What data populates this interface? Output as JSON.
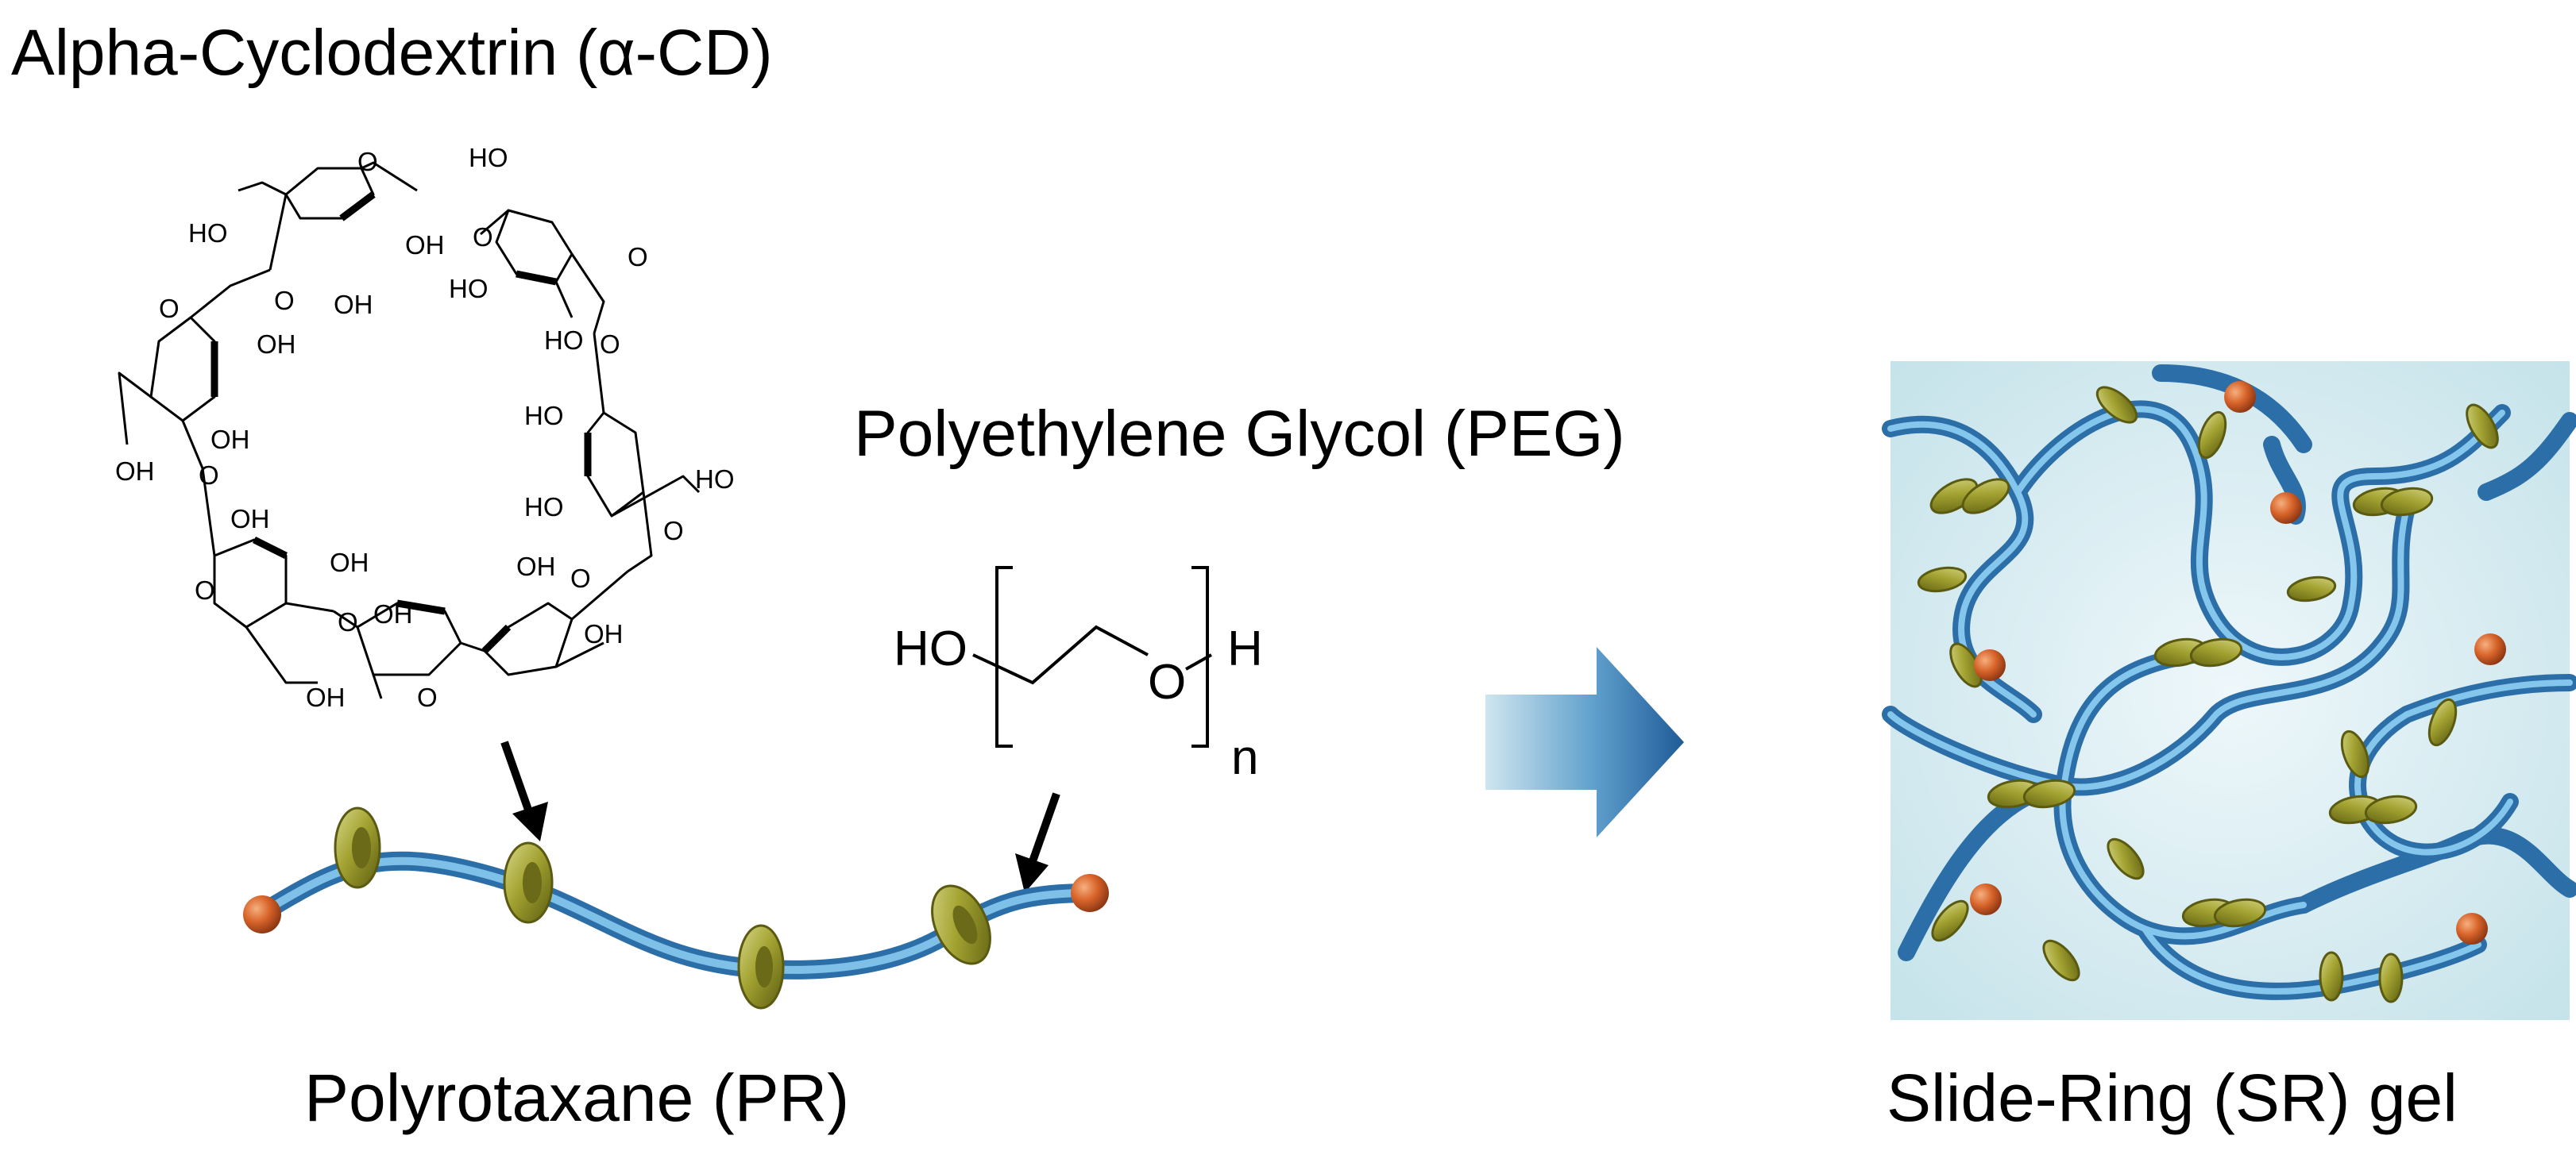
{
  "titles": {
    "alpha_cd": "Alpha-Cyclodextrin (α-CD)",
    "peg": "Polyethylene Glycol (PEG)",
    "polyrotaxane": "Polyrotaxane (PR)",
    "sr_gel": "Slide-Ring (SR) gel"
  },
  "peg_formula": {
    "left": "HO",
    "oxygen": "O",
    "right": "H",
    "subscript": "n"
  },
  "cd_atoms": {
    "oxygen": "O",
    "hydroxyl": "OH",
    "hydroxyl_rev": "HO"
  },
  "colors": {
    "chain": "#3f8fc9",
    "ring": "#9a9a2a",
    "stopper": "#d8642a",
    "gel_bg": "#cfe8ee",
    "arrow": "#2a6aa4"
  }
}
